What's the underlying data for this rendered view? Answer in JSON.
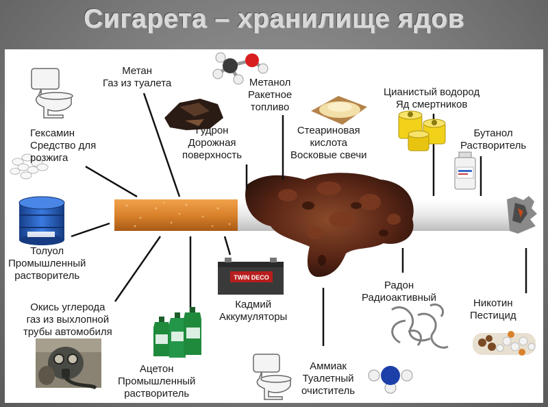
{
  "title": "Сигарета – хранилище ядов",
  "labels": {
    "metan": [
      "Метан",
      "Газ из туалета"
    ],
    "metanol": [
      "Метанол",
      "Ракетное",
      "топливо"
    ],
    "tsian": [
      "Цианистый водород",
      "Яд смертников"
    ],
    "geksamin": [
      "Гексамин",
      "Средство для",
      "розжига"
    ],
    "gudron": [
      "Гудрон",
      "Дорожная",
      "поверхность"
    ],
    "stearin": [
      "Стеариновая",
      "кислота",
      "Восковые свечи"
    ],
    "butanol": [
      "Бутанол",
      "Растворитель"
    ],
    "toluol": [
      "Толуол",
      "Промышленный",
      "растворитель"
    ],
    "okis": [
      "Окись углерода",
      "газ из выхлопной",
      "трубы автомобиля"
    ],
    "kadmiy": [
      "Кадмий",
      "Аккумуляторы"
    ],
    "radon": [
      "Радон",
      "Радиоактивный"
    ],
    "nikotin": [
      "Никотин",
      "Пестицид"
    ],
    "aceton": [
      "Ацетон",
      "Промышленный",
      "растворитель"
    ],
    "ammiak": [
      "Аммиак",
      "Туалетный",
      "очиститель"
    ]
  },
  "battery_brand": "TWIN DECO",
  "colors": {
    "filter": "#d9822b",
    "paper": "#eeeeee",
    "tar": "#5a2a1a",
    "cyanide_can": "#f2d11a",
    "toluene_drum": "#1f56b8",
    "acetone_bottle": "#1f8a3c"
  },
  "icons": [
    "toilet-icon",
    "molecule-icon",
    "tar-lump-icon",
    "powder-plate-icon",
    "gas-cans-icon",
    "reagent-bottle-icon",
    "tablets-icon",
    "drum-icon",
    "gasmask-photo-icon",
    "battery-icon",
    "acetone-bottles-icon",
    "smoke-icon",
    "ammonia-molecule-icon",
    "cigarettes-bundle-icon"
  ]
}
